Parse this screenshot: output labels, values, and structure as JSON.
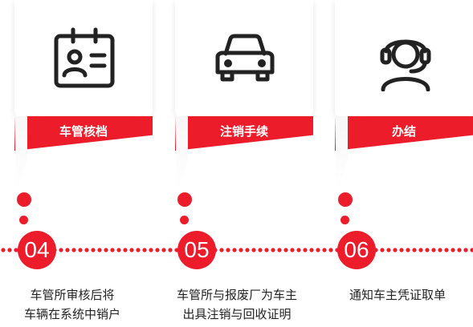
{
  "brand_color": "#ec1c2a",
  "steps": [
    {
      "icon": "id-card-icon",
      "title": "车管核档",
      "number": "04",
      "desc_line1": "车管所审核后将",
      "desc_line2": "车辆在系统中销户"
    },
    {
      "icon": "car-icon",
      "title": "注销手续",
      "number": "05",
      "desc_line1": "车管所与报废厂为车主",
      "desc_line2": "出具注销与回收证明"
    },
    {
      "icon": "headset-agent-icon",
      "title": "办结",
      "number": "06",
      "desc_line1": "通知车主凭证取单",
      "desc_line2": ""
    }
  ]
}
